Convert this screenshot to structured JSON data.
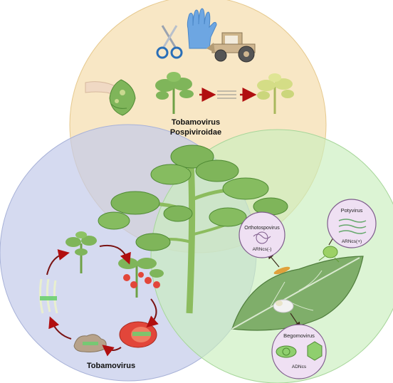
{
  "colors": {
    "top_circle": "#f6dfb2",
    "left_circle": "#c3cbe9",
    "right_circle": "#c9eebd",
    "leaf": "#7fb55a",
    "leaf_dark": "#4f8a34",
    "stem": "#8cbc5e",
    "tomato": "#e2463a",
    "bubble": "#efe0f3",
    "bubble_stroke": "#7e5c8c",
    "arrow_red": "#b10f10"
  },
  "icons": {
    "scissors": "scissors-icon",
    "glove": "glove-icon",
    "tractor": "tractor-icon",
    "hand": "hand-icon"
  },
  "labels": {
    "top_line1": "Tobamovirus",
    "top_line2": "Pospiviroidae",
    "left_title": "Tobamovirus",
    "orthotospovirus": "Orthotospovirus",
    "orthotospovirus_genome": "ARNcs(-)",
    "potyvirus": "Potyvirus",
    "potyvirus_genome": "ARNcs(+)",
    "begomovirus": "Begomovirus",
    "begomovirus_genome": "ADNcs"
  }
}
